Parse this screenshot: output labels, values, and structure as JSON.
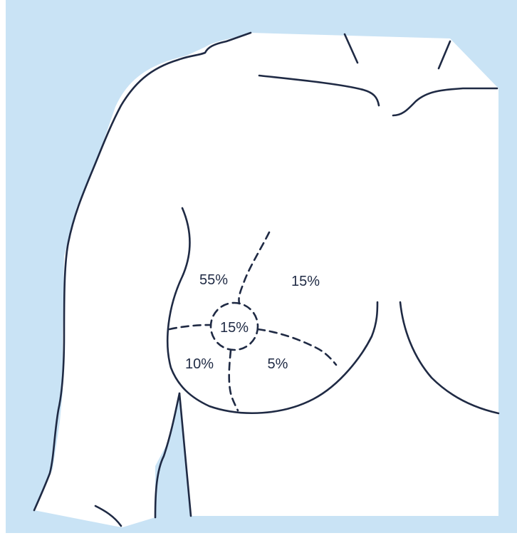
{
  "colors": {
    "background": "#c9e3f5",
    "line": "#1f2a44",
    "skin": "#ffffff"
  },
  "quadrants": [
    {
      "id": "upper-outer",
      "label": "55%"
    },
    {
      "id": "upper-inner",
      "label": "15%"
    },
    {
      "id": "central",
      "label": "15%"
    },
    {
      "id": "lower-outer",
      "label": "10%"
    },
    {
      "id": "lower-inner",
      "label": "5%"
    }
  ]
}
